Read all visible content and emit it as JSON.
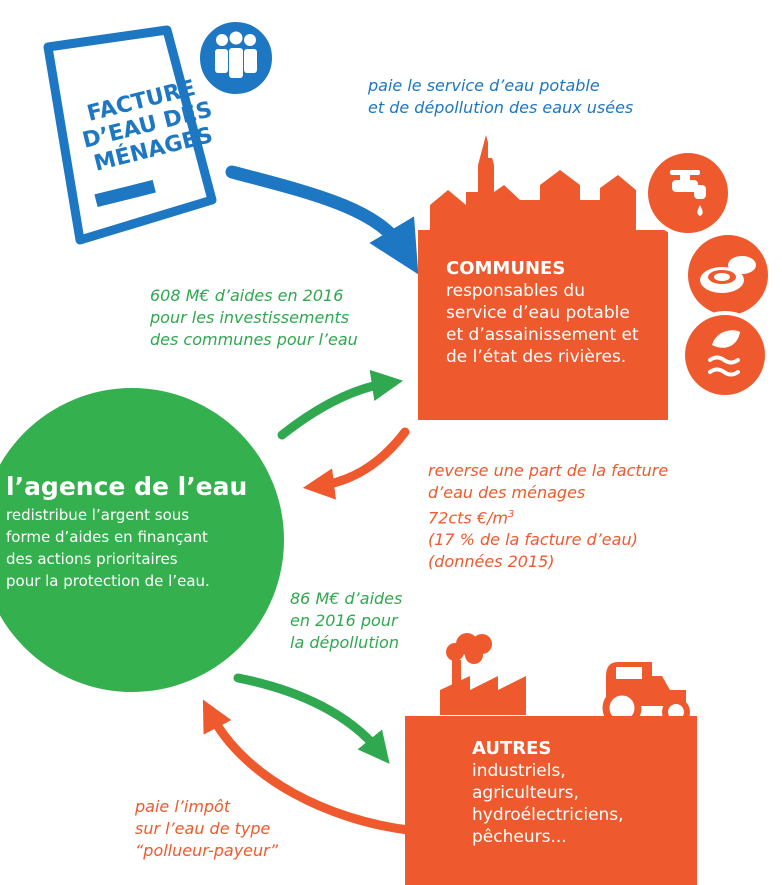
{
  "facture": {
    "line1": "FACTURE",
    "line2": "D’EAU DES",
    "line3": "MÉNAGES",
    "icon": "people-group-icon"
  },
  "flows": {
    "paie_service": [
      "paie le service d’eau potable",
      "et de dépollution des eaux usées"
    ],
    "aides_communes": [
      "608 M€ d’aides en 2016",
      "pour les investissements",
      "des communes pour l’eau"
    ],
    "reverse": [
      "reverse une part de la facture",
      "d’eau des ménages",
      "72cts €/m",
      "(17 % de la facture d’eau)",
      "(données 2015)"
    ],
    "reverse_unit_exp": "3",
    "aides_depollution": [
      "86 M€ d’aides",
      "en 2016 pour",
      "la dépollution"
    ],
    "impot": [
      "paie l’impôt",
      "sur l’eau de type",
      "“pollueur-payeur”"
    ]
  },
  "communes": {
    "title": "COMMUNES",
    "lines": [
      "responsables du",
      "service d’eau potable",
      "et d’assainissement et",
      "de l’état des rivières."
    ],
    "icons": [
      "water-tap-icon",
      "meat-food-icon",
      "leaf-water-icon"
    ]
  },
  "agence": {
    "title": "l’agence de l’eau",
    "lines": [
      "redistribue l’argent sous",
      "forme d’aides en finançant",
      "des actions prioritaires",
      "pour la protection de l’eau."
    ]
  },
  "autres": {
    "title": "AUTRES",
    "lines": [
      "industriels,",
      "agriculteurs,",
      "hydroélectriciens,",
      "pêcheurs..."
    ],
    "icons": [
      "factory-icon",
      "tractor-icon"
    ]
  },
  "colors": {
    "blue": "#1d77c2",
    "green": "#2fa84f",
    "orange": "#ee5a2d"
  }
}
